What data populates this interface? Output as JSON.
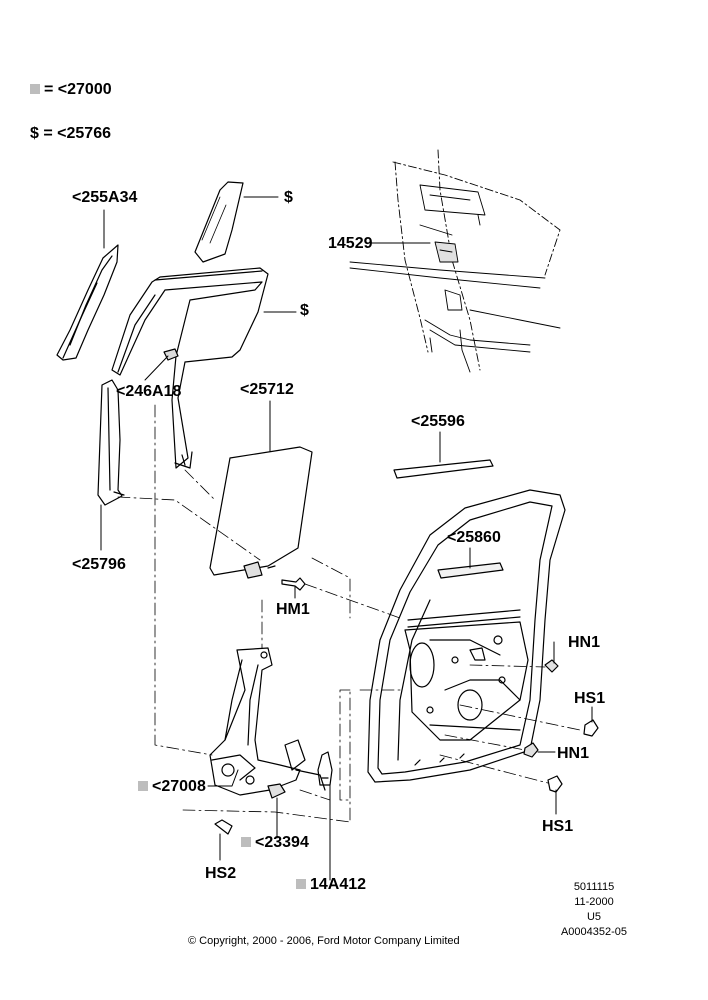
{
  "legend": {
    "marker_color": "#bdbdbd",
    "line1_text": "= <27000",
    "line2_symbol": "$",
    "line2_text": "= <25766"
  },
  "labels": {
    "l255A34": "<255A34",
    "dollar1": "$",
    "dollar2": "$",
    "l14529": "14529",
    "l246A18": "<246A18",
    "l25712": "<25712",
    "l25596": "<25596",
    "l25796": "<25796",
    "l25860": "<25860",
    "HM1": "HM1",
    "HN1a": "HN1",
    "HS1a": "HS1",
    "HN1b": "HN1",
    "HS1b": "HS1",
    "l27008": "<27008",
    "l23394": "<23394",
    "HS2": "HS2",
    "l14A412": "14A412"
  },
  "info": {
    "line1": "5011115",
    "line2": "11-2000",
    "line3": "U5",
    "line4": "A0004352-05"
  },
  "copyright": "© Copyright, 2000 - 2006, Ford Motor Company Limited"
}
